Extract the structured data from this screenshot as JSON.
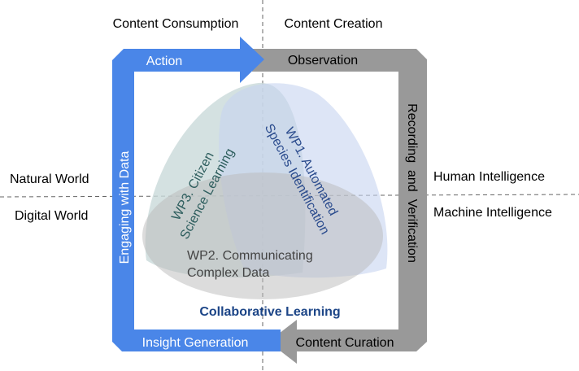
{
  "quadrants": {
    "top_left": "Content Consumption",
    "top_right": "Content Creation",
    "left_upper": "Natural World",
    "left_lower": "Digital World",
    "right_upper": "Human Intelligence",
    "right_lower": "Machine Intelligence"
  },
  "cycle": {
    "action": "Action",
    "observation": "Observation",
    "recording": "Recording  and  Verification",
    "curation": "Content Curation",
    "insight": "Insight Generation",
    "engaging": "Engaging with Data"
  },
  "work_packages": {
    "wp1_line1": "WP1. Automated",
    "wp1_line2": "Species Identification",
    "wp2_line1": "WP2. Communicating",
    "wp2_line2": "Complex Data",
    "wp3_line1": "WP3. Citizen",
    "wp3_line2": "Science Learning"
  },
  "center_label": "Collaborative Learning",
  "colors": {
    "blue": "#4a86e8",
    "gray": "#999999",
    "title": "#1c4587"
  }
}
